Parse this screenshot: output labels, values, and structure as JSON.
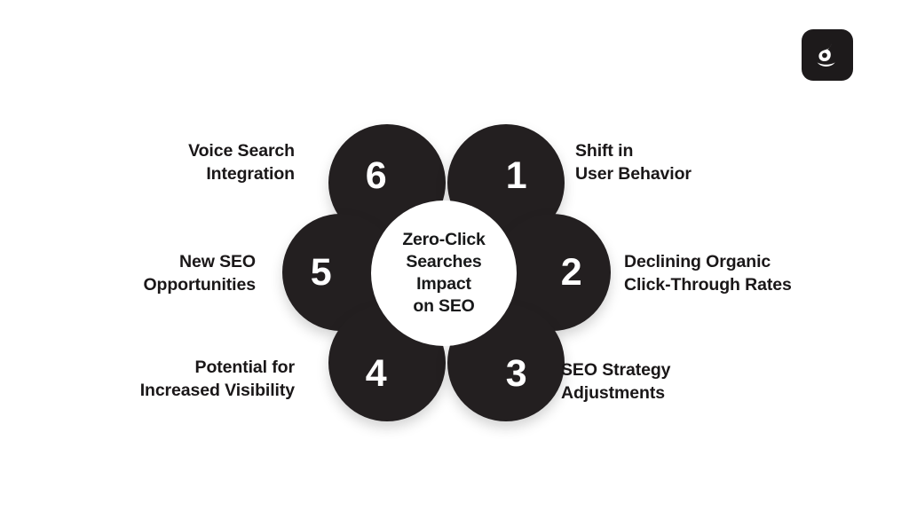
{
  "brand": {
    "logo_icon": "leaf-g-logo-icon"
  },
  "center": {
    "line1": "Zero-Click",
    "line2": "Searches",
    "line3": "Impact",
    "line4": "on SEO"
  },
  "petals": [
    {
      "number": "1"
    },
    {
      "number": "2"
    },
    {
      "number": "3"
    },
    {
      "number": "4"
    },
    {
      "number": "5"
    },
    {
      "number": "6"
    }
  ],
  "labels": {
    "voice_search": {
      "line1": "Voice Search",
      "line2": "Integration"
    },
    "new_seo": {
      "line1": "New SEO",
      "line2": "Opportunities"
    },
    "potential": {
      "line1": "Potential for",
      "line2": "Increased Visibility"
    },
    "shift": {
      "line1": "Shift in",
      "line2": "User Behavior"
    },
    "declining": {
      "line1": "Declining Organic",
      "line2": "Click-Through Rates"
    },
    "strategy": {
      "line1": "SEO Strategy",
      "line2": "Adjustments"
    }
  },
  "colors": {
    "background": "#ffffff",
    "petal": "#231f20",
    "text": "#1a1718",
    "petal_number": "#ffffff"
  }
}
